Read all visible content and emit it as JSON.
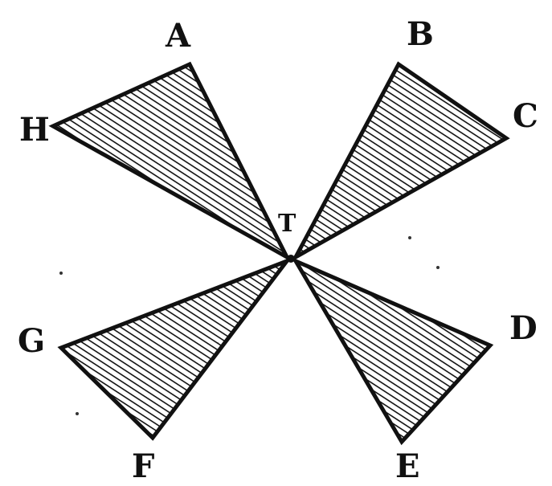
{
  "figure": {
    "labels": {
      "A": "A",
      "B": "B",
      "C": "C",
      "D": "D",
      "E": "E",
      "F": "F",
      "G": "G",
      "H": "H",
      "T": "T"
    },
    "triangles": [
      {
        "name": "triangle-THA",
        "vertices": [
          "T",
          "H",
          "A"
        ]
      },
      {
        "name": "triangle-TBC",
        "vertices": [
          "T",
          "B",
          "C"
        ]
      },
      {
        "name": "triangle-TDE",
        "vertices": [
          "T",
          "D",
          "E"
        ]
      },
      {
        "name": "triangle-TFG",
        "vertices": [
          "T",
          "F",
          "G"
        ]
      }
    ],
    "colors": {
      "ink": "#111111",
      "paper": "#ffffff"
    }
  }
}
